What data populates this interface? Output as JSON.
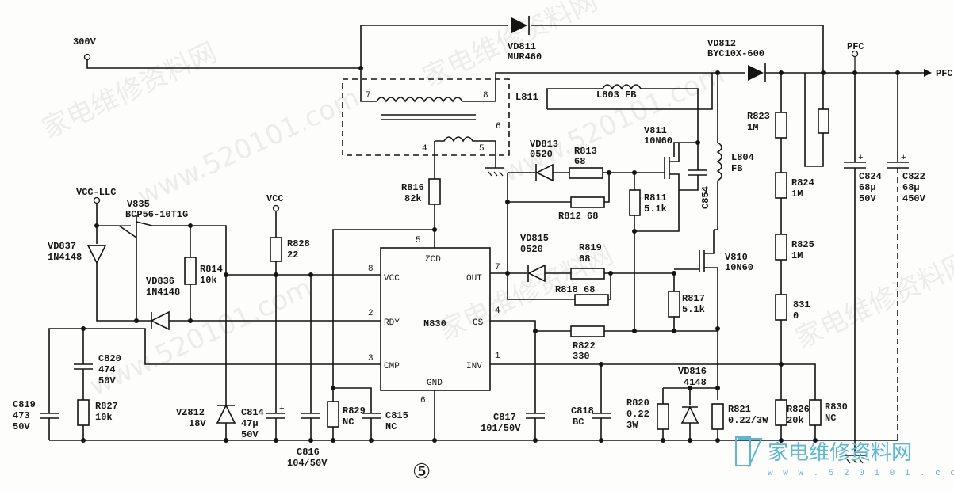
{
  "diagram": {
    "figure_number": "⑤",
    "rails": {
      "v300": "300V",
      "vcc": "VCC",
      "vcc_llc": "VCC-LLC",
      "pfc_top": "PFC",
      "pfc_right": "PFC"
    },
    "transformer": {
      "ref": "L811",
      "pins": [
        "7",
        "8",
        "6",
        "4",
        "5"
      ]
    },
    "ic": {
      "ref": "N830",
      "zcd": "ZCD",
      "vcc": "VCC",
      "rdy": "RDY",
      "cmp": "CMP",
      "out": "OUT",
      "cs": "CS",
      "inv": "INV",
      "gnd": "GND",
      "pin_zcd": "5",
      "pin_vcc": "8",
      "pin_rdy": "2",
      "pin_cmp": "3",
      "pin_out": "7",
      "pin_cs": "4",
      "pin_inv": "1",
      "pin_gnd": "6"
    },
    "components": {
      "vd811": {
        "ref": "VD811",
        "val": "MUR460"
      },
      "vd812": {
        "ref": "VD812",
        "val": "BYC10X-600"
      },
      "l803": {
        "ref": "L803 FB"
      },
      "v811": {
        "ref": "V811",
        "val": "10N60"
      },
      "l804": {
        "ref": "L804",
        "val": "FB"
      },
      "c854": {
        "ref": "C854"
      },
      "vd813": {
        "ref": "VD813",
        "val": "0520"
      },
      "r813": {
        "ref": "R813",
        "val": "68"
      },
      "r812": {
        "ref": "R812 68"
      },
      "r811": {
        "ref": "R811",
        "val": "5.1k"
      },
      "r816": {
        "ref": "R816",
        "val": "82k"
      },
      "vd815": {
        "ref": "VD815",
        "val": "0520"
      },
      "r819": {
        "ref": "R819",
        "val": "68"
      },
      "r818": {
        "ref": "R818 68"
      },
      "v810": {
        "ref": "V810",
        "val": "10N60"
      },
      "r817": {
        "ref": "R817",
        "val": "5.1k"
      },
      "r822": {
        "ref": "R822",
        "val": "330"
      },
      "r823": {
        "ref": "R823",
        "val": "1M"
      },
      "r824": {
        "ref": "R824",
        "val": "1M"
      },
      "r825": {
        "ref": "R825",
        "val": "1M"
      },
      "r831": {
        "ref": "831",
        "val": "0"
      },
      "r826": {
        "ref": "R826",
        "val": "20k"
      },
      "r830": {
        "ref": "R830",
        "val": "NC"
      },
      "c824": {
        "ref": "C824",
        "val1": "68μ",
        "val2": "50V"
      },
      "c822": {
        "ref": "C822",
        "val1": "68μ",
        "val2": "450V"
      },
      "v835": {
        "ref": "V835",
        "val": "BCP56-10T1G"
      },
      "vd837": {
        "ref": "VD837",
        "val": "1N4148"
      },
      "r814": {
        "ref": "R814",
        "val": "10k"
      },
      "vd836": {
        "ref": "VD836",
        "val": "1N4148"
      },
      "r828": {
        "ref": "R828",
        "val": "22"
      },
      "c820": {
        "ref": "C820",
        "val1": "474",
        "val2": "50V"
      },
      "r827": {
        "ref": "R827",
        "val": "10k"
      },
      "c819": {
        "ref": "C819",
        "val1": "473",
        "val2": "50V"
      },
      "vz812": {
        "ref": "VZ812",
        "val": "18V"
      },
      "c814": {
        "ref": "C814",
        "val1": "47μ",
        "val2": "50V"
      },
      "c816": {
        "ref": "C816",
        "val": "104/50V"
      },
      "r829": {
        "ref": "R829",
        "val": "NC"
      },
      "c815": {
        "ref": "C815",
        "val": "NC"
      },
      "c817": {
        "ref": "C817",
        "val": "101/50V"
      },
      "c818": {
        "ref": "C818",
        "val": "BC"
      },
      "r820": {
        "ref": "R820",
        "val1": "0.22",
        "val2": "3W"
      },
      "vd816": {
        "ref": "VD816",
        "val": "4148"
      },
      "r821": {
        "ref": "R821",
        "val": "0.22/3W"
      }
    },
    "watermark": {
      "text": "家电维修资料网",
      "url": "www.520101.com"
    },
    "logo": {
      "cn": "家电维修资料网",
      "url": "w w w . 5 2 0 1 0 1 . c o m"
    }
  }
}
